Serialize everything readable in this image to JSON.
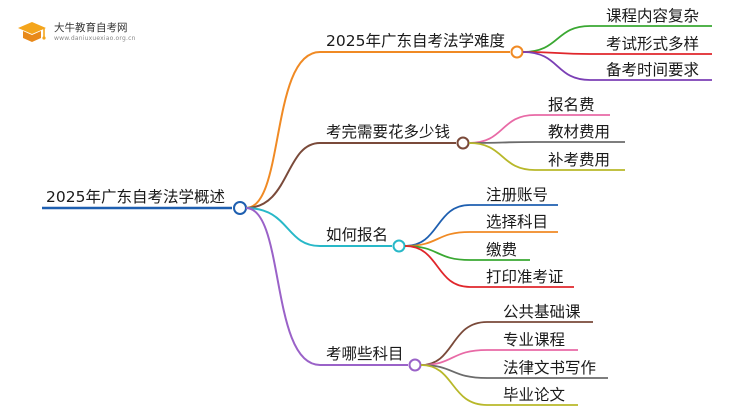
{
  "logo": {
    "title": "大牛教育自考网",
    "url": "www.daniuxuexiao.org.cn"
  },
  "mindmap": {
    "root": "2025年广东自考法学概述",
    "branches": [
      {
        "label": "2025年广东自考法学难度",
        "color": "#f08a24",
        "children": [
          {
            "label": "课程内容复杂",
            "color": "#3aa832"
          },
          {
            "label": "考试形式多样",
            "color": "#e0262b"
          },
          {
            "label": "备考时间要求",
            "color": "#7b3fb5"
          }
        ]
      },
      {
        "label": "考完需要花多少钱",
        "color": "#7a4a3a",
        "children": [
          {
            "label": "报名费",
            "color": "#e86aa6"
          },
          {
            "label": "教材费用",
            "color": "#6b6b6b"
          },
          {
            "label": "补考费用",
            "color": "#b8b82a"
          }
        ]
      },
      {
        "label": "如何报名",
        "color": "#28b8c8",
        "children": [
          {
            "label": "注册账号",
            "color": "#1e5fb0"
          },
          {
            "label": "选择科目",
            "color": "#f08a24"
          },
          {
            "label": "缴费",
            "color": "#3aa832"
          },
          {
            "label": "打印准考证",
            "color": "#e0262b"
          }
        ]
      },
      {
        "label": "考哪些科目",
        "color": "#9a62c8",
        "children": [
          {
            "label": "公共基础课",
            "color": "#7a4a3a"
          },
          {
            "label": "专业课程",
            "color": "#e86aa6"
          },
          {
            "label": "法律文书写作",
            "color": "#6b6b6b"
          },
          {
            "label": "毕业论文",
            "color": "#b8b82a"
          }
        ]
      }
    ]
  },
  "colors": {
    "root_line": "#1e5fb0",
    "node_fill": "#ffffff"
  }
}
